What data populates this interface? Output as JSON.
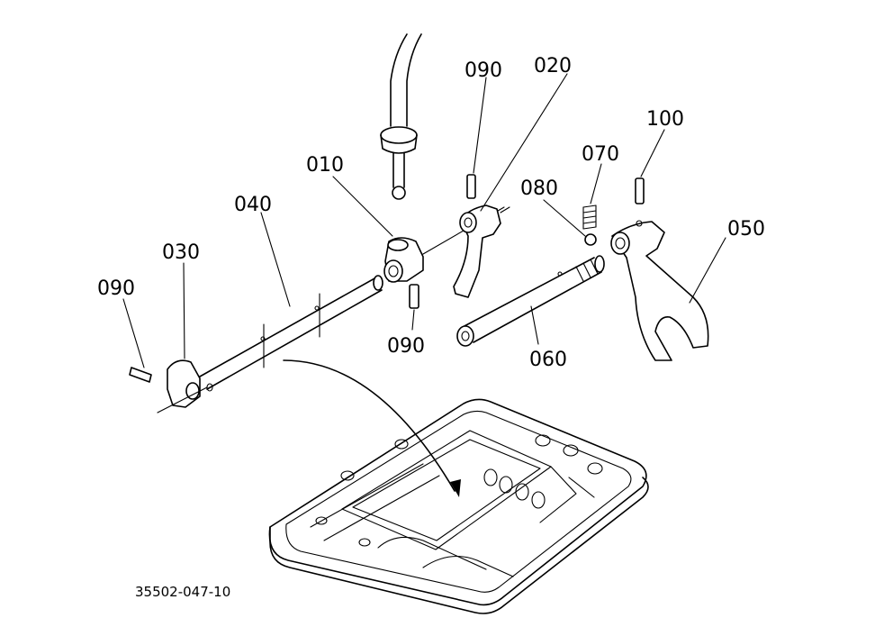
{
  "diagram": {
    "drawing_code": "35502-047-10",
    "callouts": [
      {
        "id": "part-010",
        "text": "010"
      },
      {
        "id": "part-020",
        "text": "020"
      },
      {
        "id": "part-030",
        "text": "030"
      },
      {
        "id": "part-040",
        "text": "040"
      },
      {
        "id": "part-050",
        "text": "050"
      },
      {
        "id": "part-060",
        "text": "060"
      },
      {
        "id": "part-070",
        "text": "070"
      },
      {
        "id": "part-080",
        "text": "080"
      },
      {
        "id": "part-090-top",
        "text": "090"
      },
      {
        "id": "part-090-mid",
        "text": "090"
      },
      {
        "id": "part-090-left",
        "text": "090"
      },
      {
        "id": "part-100",
        "text": "100"
      }
    ]
  },
  "colors": {
    "line": "#000000",
    "background": "#ffffff"
  }
}
